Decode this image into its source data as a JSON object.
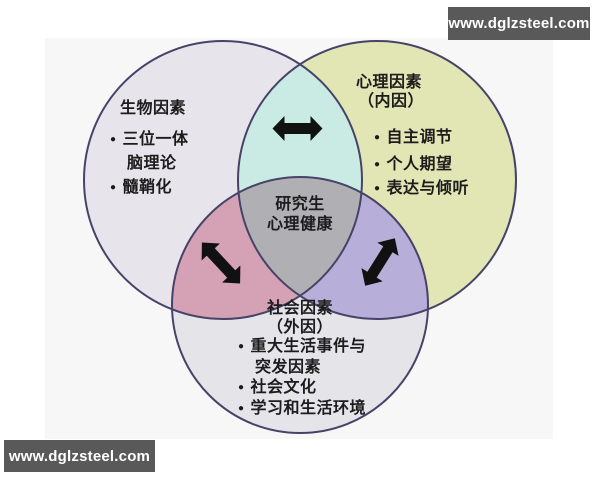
{
  "glyphs": {
    "bullet": "●"
  },
  "watermark": {
    "text": "www.dglzsteel.com"
  },
  "colors": {
    "page_bg": "#ffffff",
    "diagram_bg": "#f7f7f7",
    "bio_fill": "#e7e5eb",
    "psy_fill": "#e2e5b4",
    "soc_fill": "#e5e4e8",
    "bio_psy_fill": "#c9ebe3",
    "bio_soc_fill": "#d4a2b4",
    "psy_soc_fill": "#b7aeda",
    "center_fill": "#b0afb4",
    "circle_outline": "#474368",
    "arrow": "#111111",
    "watermark_bg": "#595959",
    "watermark_text": "#ffffff"
  },
  "diagram": {
    "center_label": {
      "line1": "研究生",
      "line2": "心理健康"
    },
    "sets": {
      "bio": {
        "title": "生物因素",
        "items": [
          "三位一体",
          "脑理论",
          "髓鞘化"
        ]
      },
      "psy": {
        "title": "心理因素",
        "subtitle": "（内因）",
        "items": [
          "自主调节",
          "个人期望",
          "表达与倾听"
        ]
      },
      "soc": {
        "title": "社会因素",
        "subtitle": "（外因）",
        "items": [
          "重大生活事件与",
          "突发因素",
          "社会文化",
          "学习和生活环境"
        ]
      }
    }
  }
}
